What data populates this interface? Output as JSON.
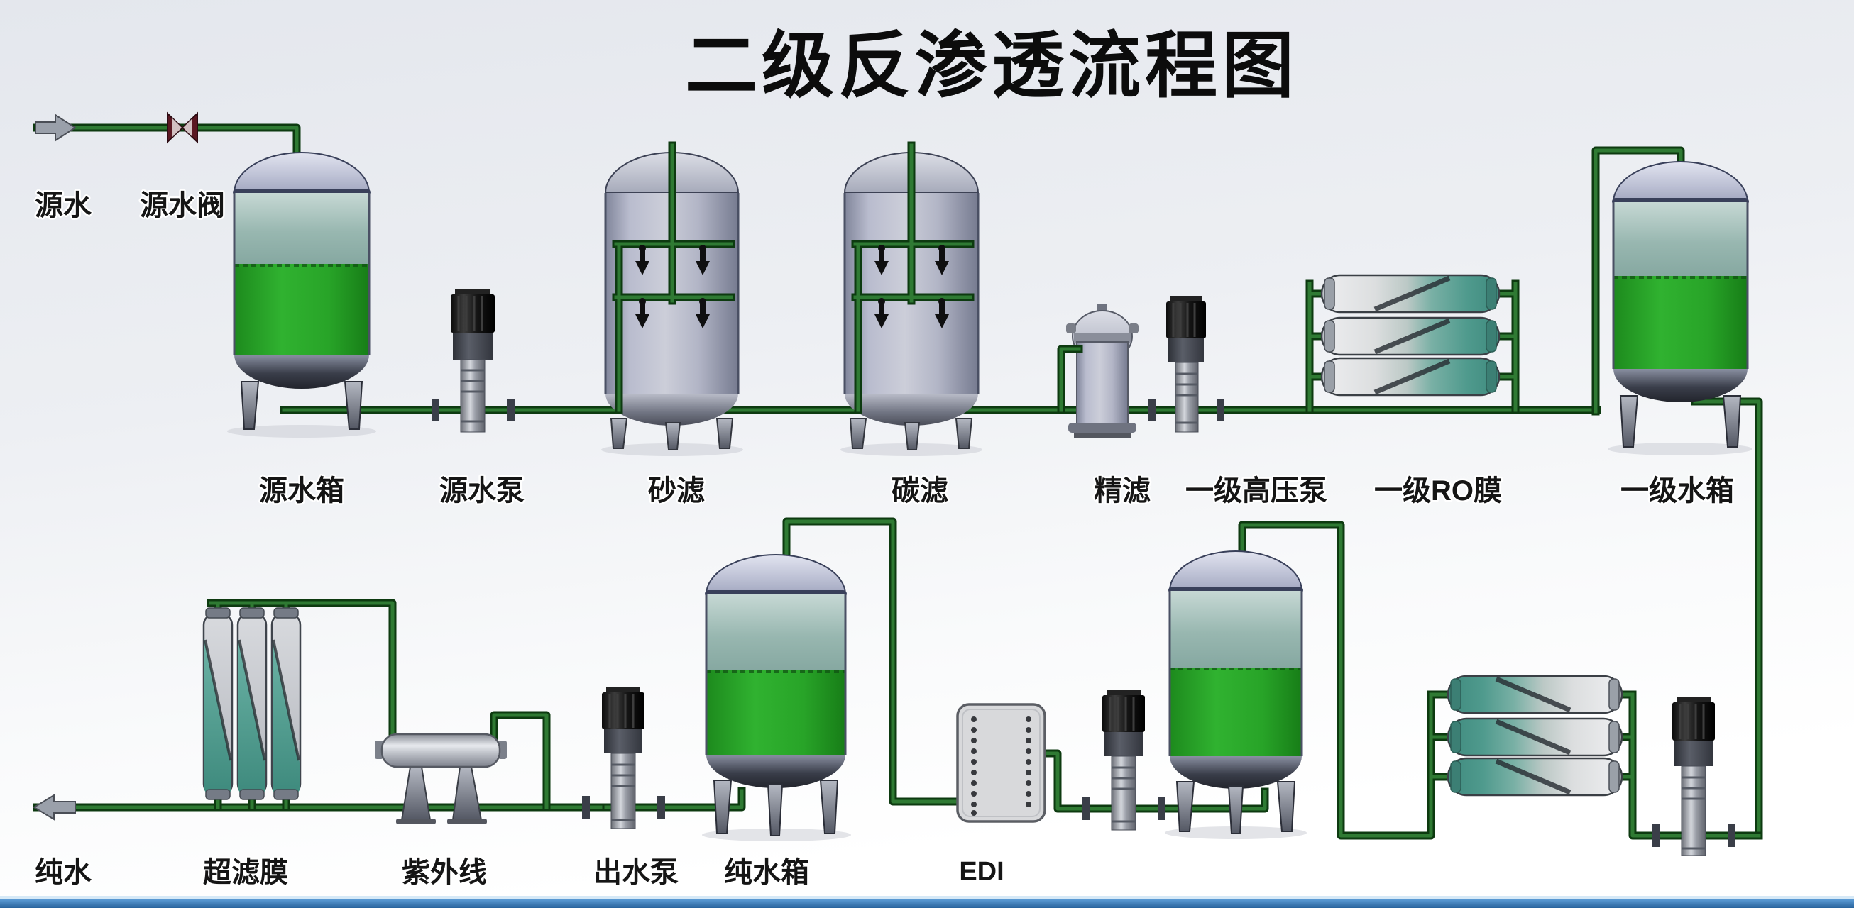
{
  "title": "二级反渗透流程图",
  "labels": {
    "source_water": "源水",
    "source_valve": "源水阀",
    "source_tank": "源水箱",
    "source_pump": "源水泵",
    "sand_filter": "砂滤",
    "carbon_filter": "碳滤",
    "fine_filter": "精滤",
    "stage1_hp_pump": "一级高压泵",
    "stage1_ro_membrane": "一级RO膜",
    "stage1_water_tank": "一级水箱",
    "pure_water": "纯水",
    "uf_membrane": "超滤膜",
    "uv": "紫外线",
    "outlet_pump": "出水泵",
    "pure_water_tank": "纯水箱",
    "edi": "EDI"
  },
  "colors": {
    "pipe_green": "#2f7a33",
    "pipe_edge": "#0d3a10",
    "liquid_green": "#2aa32a",
    "tank_teal_band": "#93b3ac",
    "tank_dome": "#b9bdd2",
    "membrane_teal": "#4e9a8e",
    "valve_red": "#5a1822",
    "footer_blue": "#2e6da4",
    "background": "#eceef2"
  }
}
